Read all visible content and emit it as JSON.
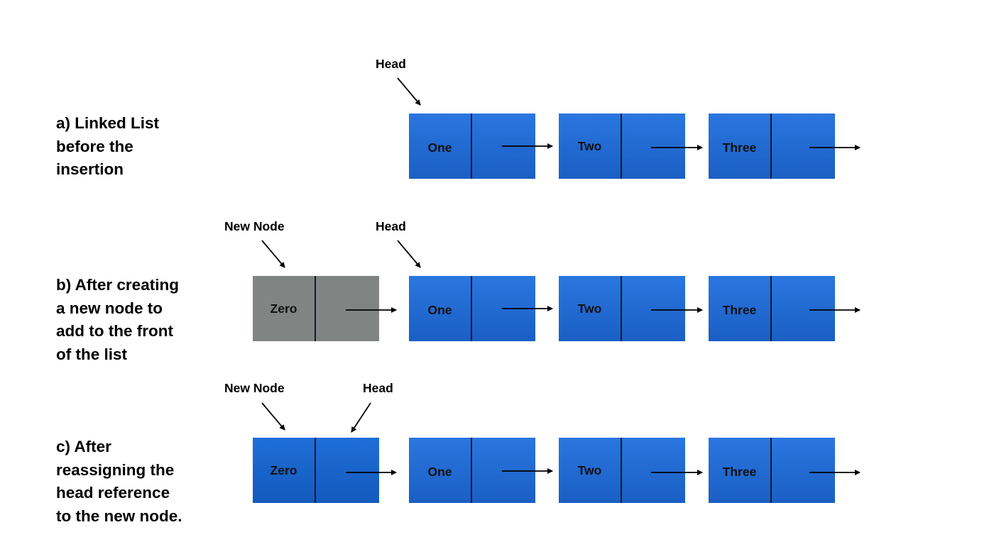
{
  "sections": [
    {
      "label": "a) Linked List\nbefore the\ninsertion",
      "pointers": [
        {
          "text": "Head"
        }
      ],
      "nodes": [
        {
          "text": "One",
          "color": "#2a76e0"
        },
        {
          "text": "Two",
          "color": "#2a76e0"
        },
        {
          "text": "Three",
          "color": "#2a76e0"
        }
      ]
    },
    {
      "label": "b) After creating\na new node to\nadd to the front\nof the list",
      "pointers": [
        {
          "text": "New Node"
        },
        {
          "text": "Head"
        }
      ],
      "nodes": [
        {
          "text": "Zero",
          "color": "#808584"
        },
        {
          "text": "One",
          "color": "#2a76e0"
        },
        {
          "text": "Two",
          "color": "#2a76e0"
        },
        {
          "text": "Three",
          "color": "#2a76e0"
        }
      ]
    },
    {
      "label": "c) After\nreassigning the\nhead reference\nto the new node.",
      "pointers": [
        {
          "text": "New Node"
        },
        {
          "text": "Head"
        }
      ],
      "nodes": [
        {
          "text": "Zero",
          "color": "#1a63cc"
        },
        {
          "text": "One",
          "color": "#2a76e0"
        },
        {
          "text": "Two",
          "color": "#2a76e0"
        },
        {
          "text": "Three",
          "color": "#2a76e0"
        }
      ]
    }
  ]
}
